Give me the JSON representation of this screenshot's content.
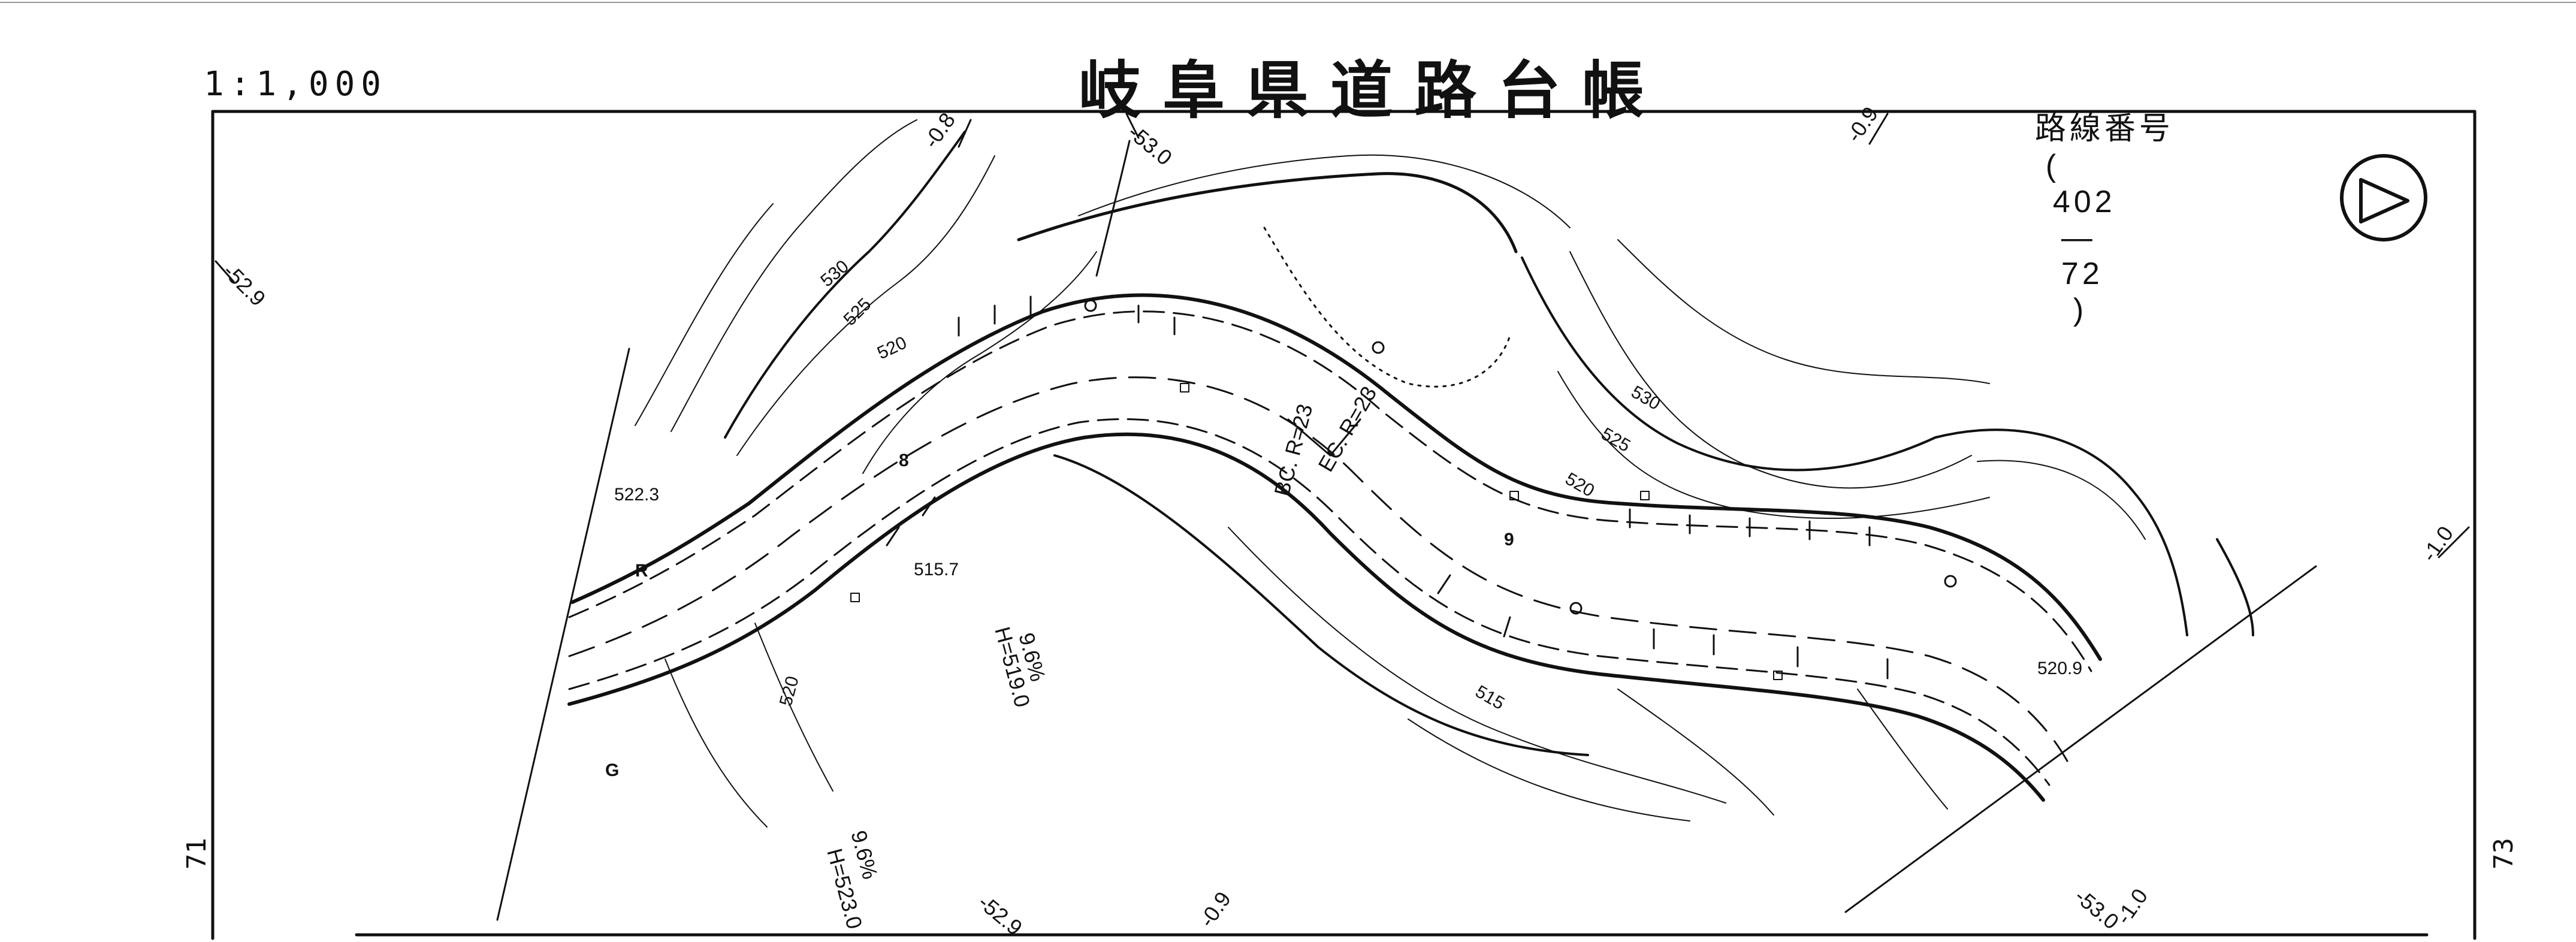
{
  "header": {
    "scale": "1:1,000",
    "title": "岐阜県道路台帳",
    "route_label": "路線番号",
    "route_open": "(",
    "route_number": "402",
    "route_dash": "—",
    "route_sheet": "72",
    "route_close": ")"
  },
  "adjacent_sheets": {
    "left": "71",
    "right": "73"
  },
  "labels": {
    "contour_530_top": "530",
    "contour_525_top": "525",
    "contour_520_top": "520",
    "contour_530_right": "530",
    "contour_525_right": "525",
    "contour_520_right": "520",
    "contour_520_bottom": "520",
    "contour_515_bottom": "515",
    "elev_5223": "522.3",
    "elev_5157": "515.7",
    "elev_5209": "520.9",
    "bc_label": "BC. R=23",
    "ec_label": "EC. R=23",
    "height_left": "H=523.0",
    "grade_left": "9.6%",
    "height_mid": "H=519.0",
    "grade_mid": "9.6%",
    "r_label": "R",
    "g_label": "G",
    "mark_529_left": "-52.9",
    "mark_08_top": "-0.8",
    "mark_530_top": "-53.0",
    "mark_09_top": "-0.9",
    "mark_10_right": "-1.0",
    "mark_529_bottom": "-52.9",
    "mark_09_bottom": "-0.9",
    "mark_530_bottom": "-53.0",
    "mark_10_bottom": "-1.0",
    "number_9": "9",
    "number_8": "8"
  },
  "icons": {
    "north_arrow": "north-arrow-icon",
    "benchmark": "benchmark-symbol-icon",
    "pole": "pole-circle-icon"
  },
  "colors": {
    "ink": "#111111",
    "paper": "#ffffff"
  }
}
